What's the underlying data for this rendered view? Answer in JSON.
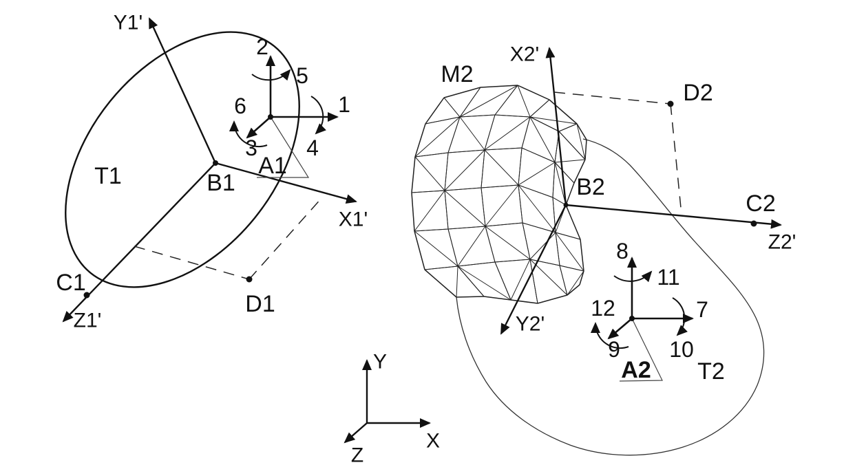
{
  "left_assembly": {
    "target_label": "T1",
    "actuator_label": "A1",
    "points": {
      "b": "B1",
      "c": "C1",
      "d": "D1"
    },
    "axes": {
      "x": "X1'",
      "y": "Y1'",
      "z": "Z1'"
    },
    "dof": {
      "t_x": "1",
      "t_y": "2",
      "t_z": "3",
      "r_x": "4",
      "r_y": "5",
      "r_z": "6"
    }
  },
  "right_assembly": {
    "target_label": "T2",
    "mesh_label": "M2",
    "actuator_label": "A2",
    "points": {
      "b": "B2",
      "c": "C2",
      "d": "D2"
    },
    "axes": {
      "x": "X2'",
      "y": "Y2'",
      "z": "Z2'"
    },
    "dof": {
      "t_x": "7",
      "t_y": "8",
      "t_z": "9",
      "r_x": "10",
      "r_y": "11",
      "r_z": "12"
    }
  },
  "global_frame": {
    "x": "X",
    "y": "Y",
    "z": "Z"
  }
}
